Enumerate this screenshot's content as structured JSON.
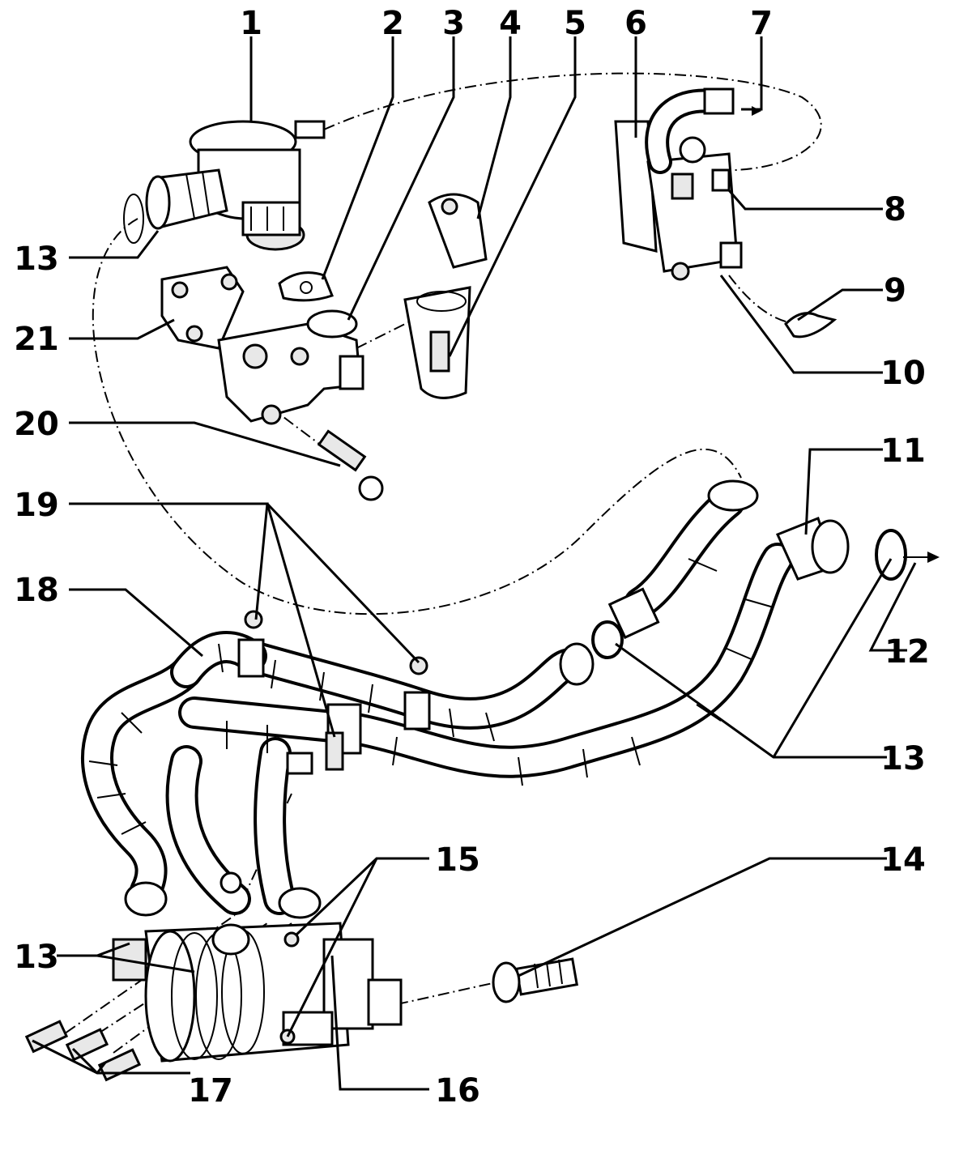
{
  "diagram": {
    "callouts": [
      {
        "id": "1",
        "label": "1"
      },
      {
        "id": "2",
        "label": "2"
      },
      {
        "id": "3",
        "label": "3"
      },
      {
        "id": "4",
        "label": "4"
      },
      {
        "id": "5",
        "label": "5"
      },
      {
        "id": "6",
        "label": "6"
      },
      {
        "id": "7",
        "label": "7"
      },
      {
        "id": "8",
        "label": "8"
      },
      {
        "id": "9",
        "label": "9"
      },
      {
        "id": "10",
        "label": "10"
      },
      {
        "id": "11",
        "label": "11"
      },
      {
        "id": "12",
        "label": "12"
      },
      {
        "id": "13a",
        "label": "13"
      },
      {
        "id": "13b",
        "label": "13"
      },
      {
        "id": "13c",
        "label": "13"
      },
      {
        "id": "14",
        "label": "14"
      },
      {
        "id": "15",
        "label": "15"
      },
      {
        "id": "16",
        "label": "16"
      },
      {
        "id": "17",
        "label": "17"
      },
      {
        "id": "18",
        "label": "18"
      },
      {
        "id": "19",
        "label": "19"
      },
      {
        "id": "20",
        "label": "20"
      },
      {
        "id": "21",
        "label": "21"
      }
    ]
  }
}
